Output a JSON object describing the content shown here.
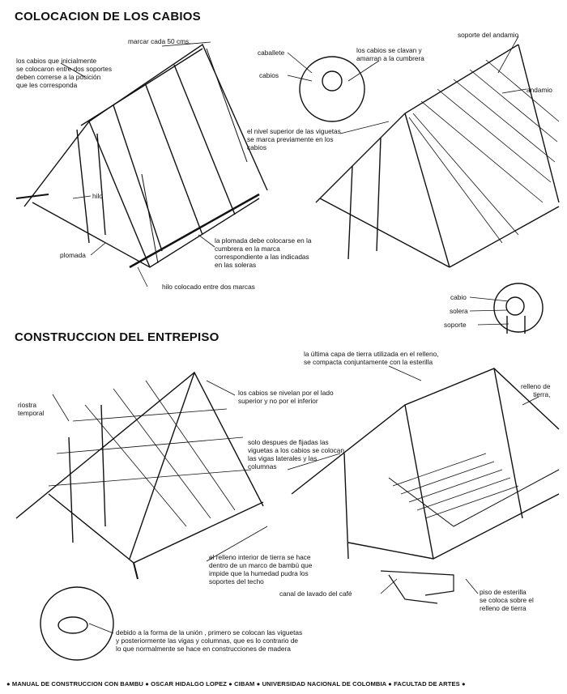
{
  "sections": {
    "s1_title": "COLOCACION DE LOS CABIOS",
    "s2_title": "CONSTRUCCION DEL ENTREPISO"
  },
  "labels": {
    "marcar": "marcar cada 50 cms.",
    "cabios_inicial": "los cabios que inicialmente\nse colocaron entre dos soportes\ndeben correrse a la posición\nque les corresponda",
    "caballete": "caballete",
    "cabios": "cabios",
    "clavan": "los cabios se clavan y\namarran a la cumbrera",
    "soporte_andamio": "soporte del andamio",
    "andamio": "andamio",
    "nivel_superior": "el nivel superior de las viguetas\nse marca previamente en los\ncabios",
    "hilo": "hilo",
    "plomada": "plomada",
    "plomada_cumbrera": "la plomada debe colocarse en la\ncumbrera en la marca\ncorrespondiente a las indicadas\nen las soleras",
    "hilo_marcas": "hilo colocado entre dos marcas",
    "cabio": "cabio",
    "solera": "solera",
    "soporte": "soporte",
    "ultima_capa": "la última capa de tierra utilizada en el relleno,\nse compacta conjuntamente con la esterilla",
    "relleno_tierra": "relleno de\ntierra,",
    "riostra": "riostra\ntemporal",
    "nivelan": "los cabios se nivelan por el lado\nsuperior y no por el inferior",
    "despues_fijadas": "solo despues de fijadas las\nviguetas a los cabios se colocan\nlas vigas laterales y las\ncolumnas",
    "relleno_interior": "el relleno interior de tierra se hace\ndentro de un marco de bambú que\nimpide que la humedad pudra los\nsoportes del techo",
    "canal": "canal de lavado del café",
    "piso_esterilla": "piso de esterilla\nse coloca sobre el\nrelleno de  tierra",
    "union": "debido a la forma de la unión , primero se colocan las viguetas\ny posteriormente las vigas y columnas, que es lo  contrario  de\nlo que normalmente se hace  en construcciones de madera"
  },
  "footer": "● MANUAL DE CONSTRUCCION CON BAMBU  ●  OSCAR HIDALGO LOPEZ  ●  CIBAM  ●  UNIVERSIDAD NACIONAL DE COLOMBIA  ●  FACULTAD DE ARTES ●"
}
